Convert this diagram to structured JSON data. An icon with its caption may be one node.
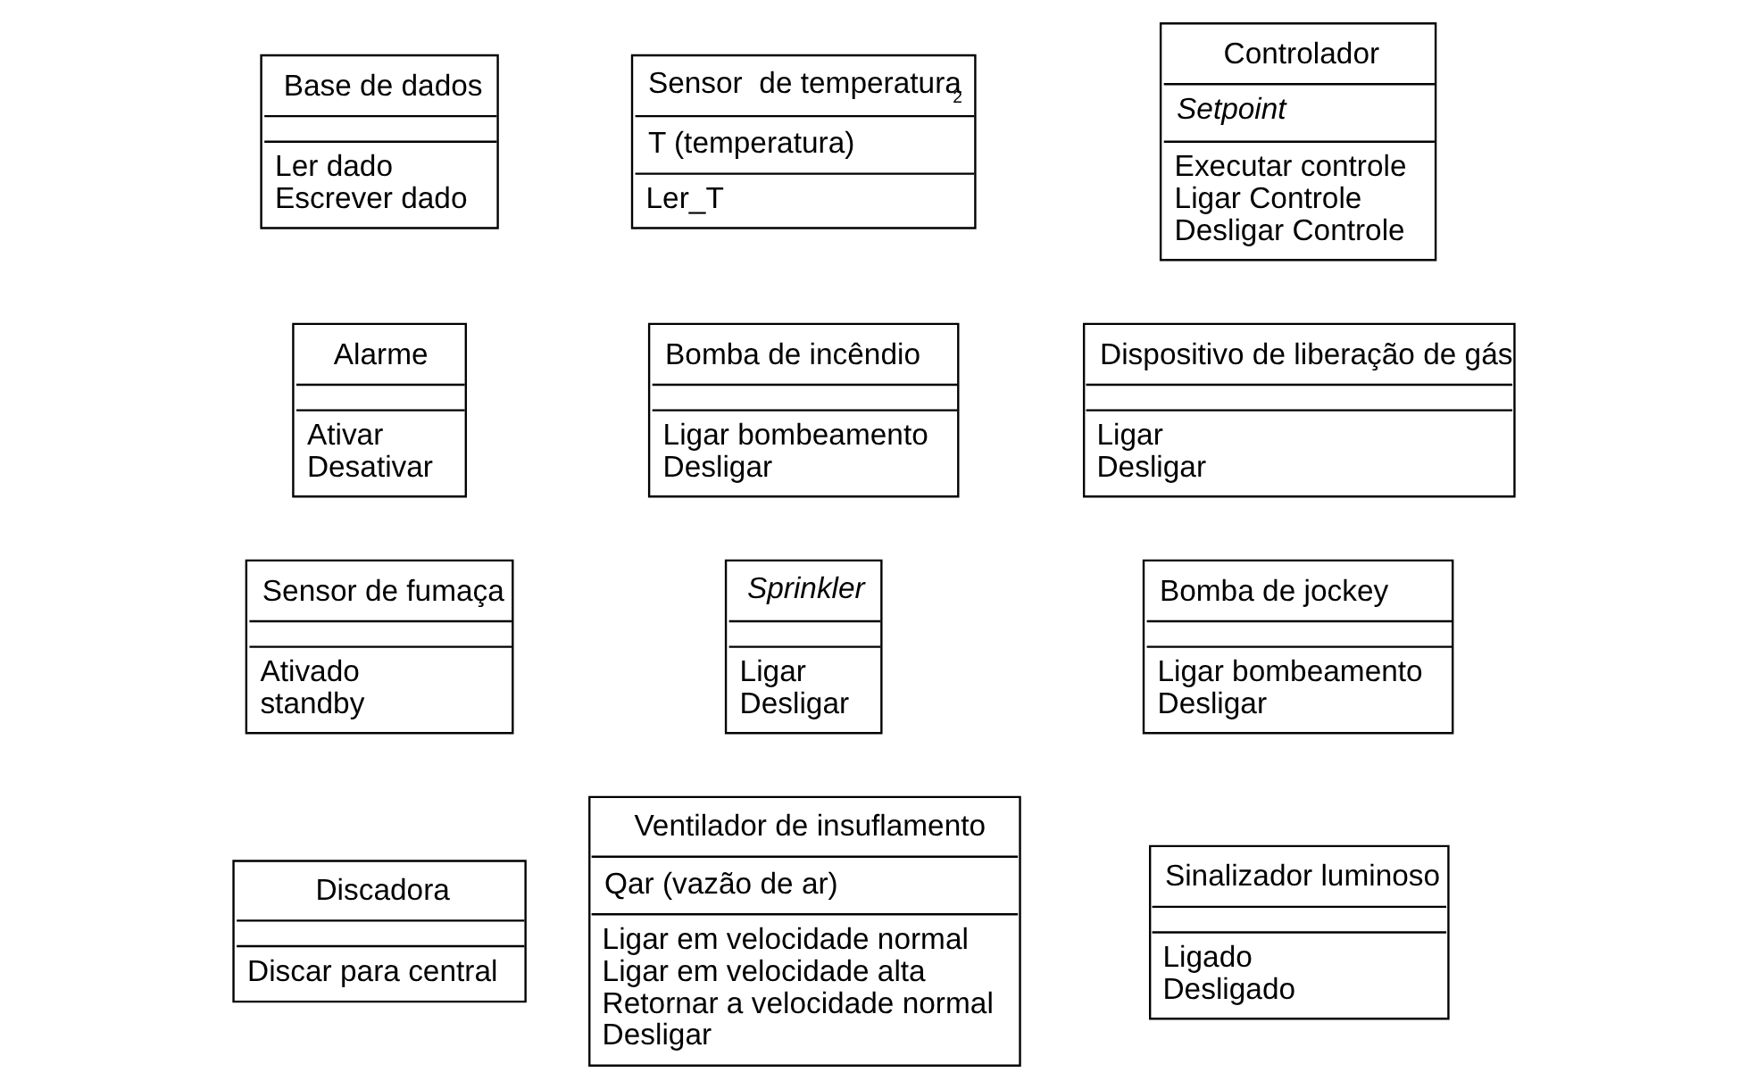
{
  "diagram": {
    "nodes": [
      {
        "text": [
          "Base de dados",
          "Ler dado",
          "Escrever dado"
        ]
      },
      {
        "text": [
          "Sensor  de temperatura$_{2}$",
          "T (temperatura)",
          "Ler_T"
        ]
      },
      {
        "text": [
          "Controlador",
          "Setpoint",
          "Executar controle",
          "Ligar Controle",
          "Desligar Controle"
        ]
      },
      {
        "text": [
          "Alarme",
          "Ativar",
          "Desativar"
        ]
      },
      {
        "text": [
          "Bomba de incêndio",
          "Ligar bombeamento",
          "Desligar"
        ]
      },
      {
        "text": [
          "Dispositivo de liberação de gás",
          "Ligar",
          "Desligar"
        ]
      },
      {
        "text": [
          "Sensor de fumaça",
          "Ativado",
          "standby"
        ]
      },
      {
        "text": [
          "Sprinkler",
          "Ligar",
          "Desligar"
        ]
      },
      {
        "text": [
          "Bomba de jockey",
          "Ligar bombeamento",
          "Desligar"
        ]
      },
      {
        "text": [
          "Discadora",
          "Discar para central"
        ]
      },
      {
        "text": [
          "Ventilador de insuflamento",
          "Qar (vazão de ar)",
          "Ligar em velocidade normal",
          "Ligar em velocidade alta",
          "Retornar a velocidade normal",
          "Desligar"
        ]
      },
      {
        "text": [
          "Sinalizador luminoso",
          "Ligado",
          "Desligado"
        ]
      }
    ]
  }
}
